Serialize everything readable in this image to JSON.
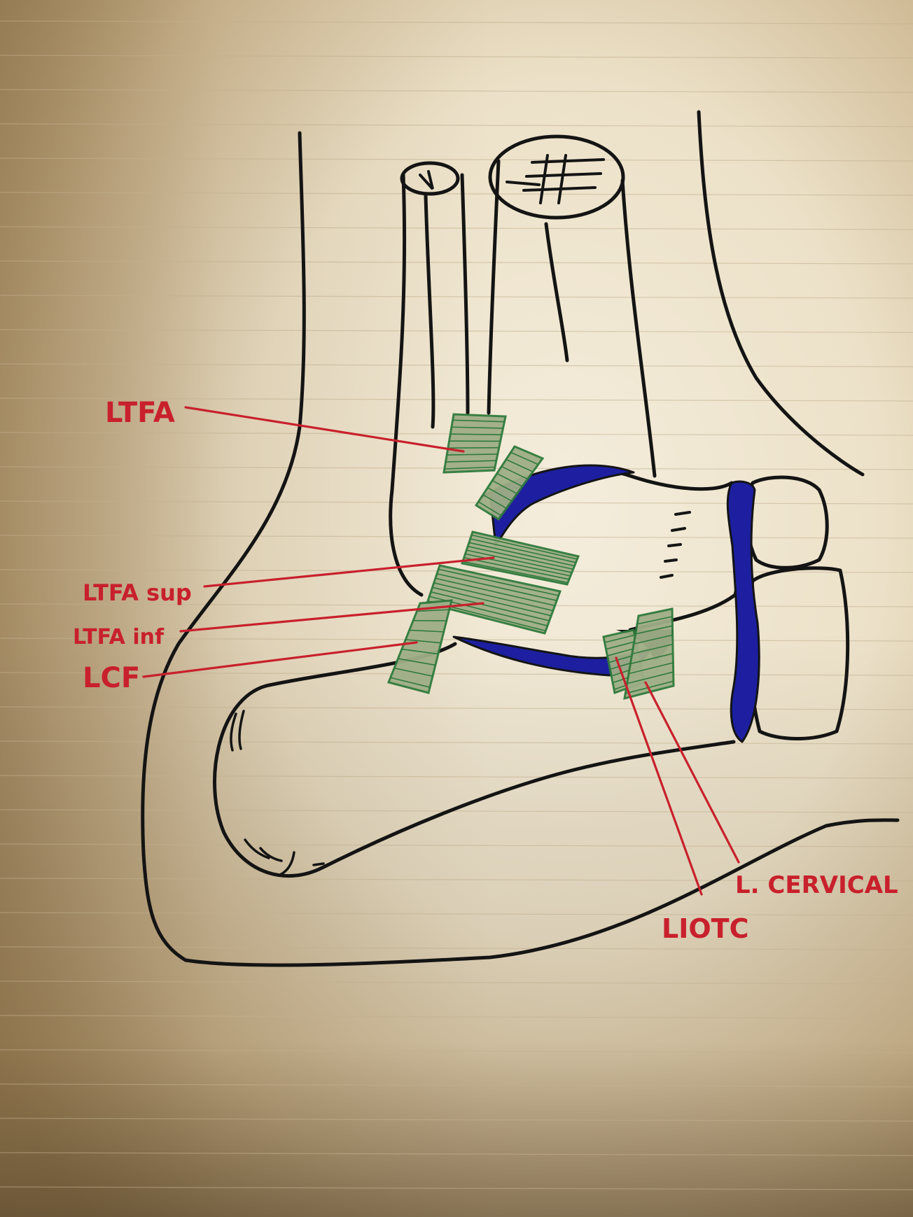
{
  "colors": {
    "paper_light": "#f2ead8",
    "paper_mid": "#e0cfae",
    "paper_dark": "#a88d63",
    "ruled_line": "#c9b89a",
    "ink_black": "#141414",
    "ink_red": "#c8202c",
    "ink_blue": "#1d1fa0",
    "ligament_green": "#9fae86",
    "ligament_stroke": "#2f7a3c"
  },
  "labels": {
    "ltfa": "LTFA",
    "ltfa_sup": "LTFA sup",
    "ltfa_inf": "LTFA inf",
    "lcf": "LCF",
    "l_cervical": "L. CERVICAL",
    "liotc": "LIOTC"
  }
}
